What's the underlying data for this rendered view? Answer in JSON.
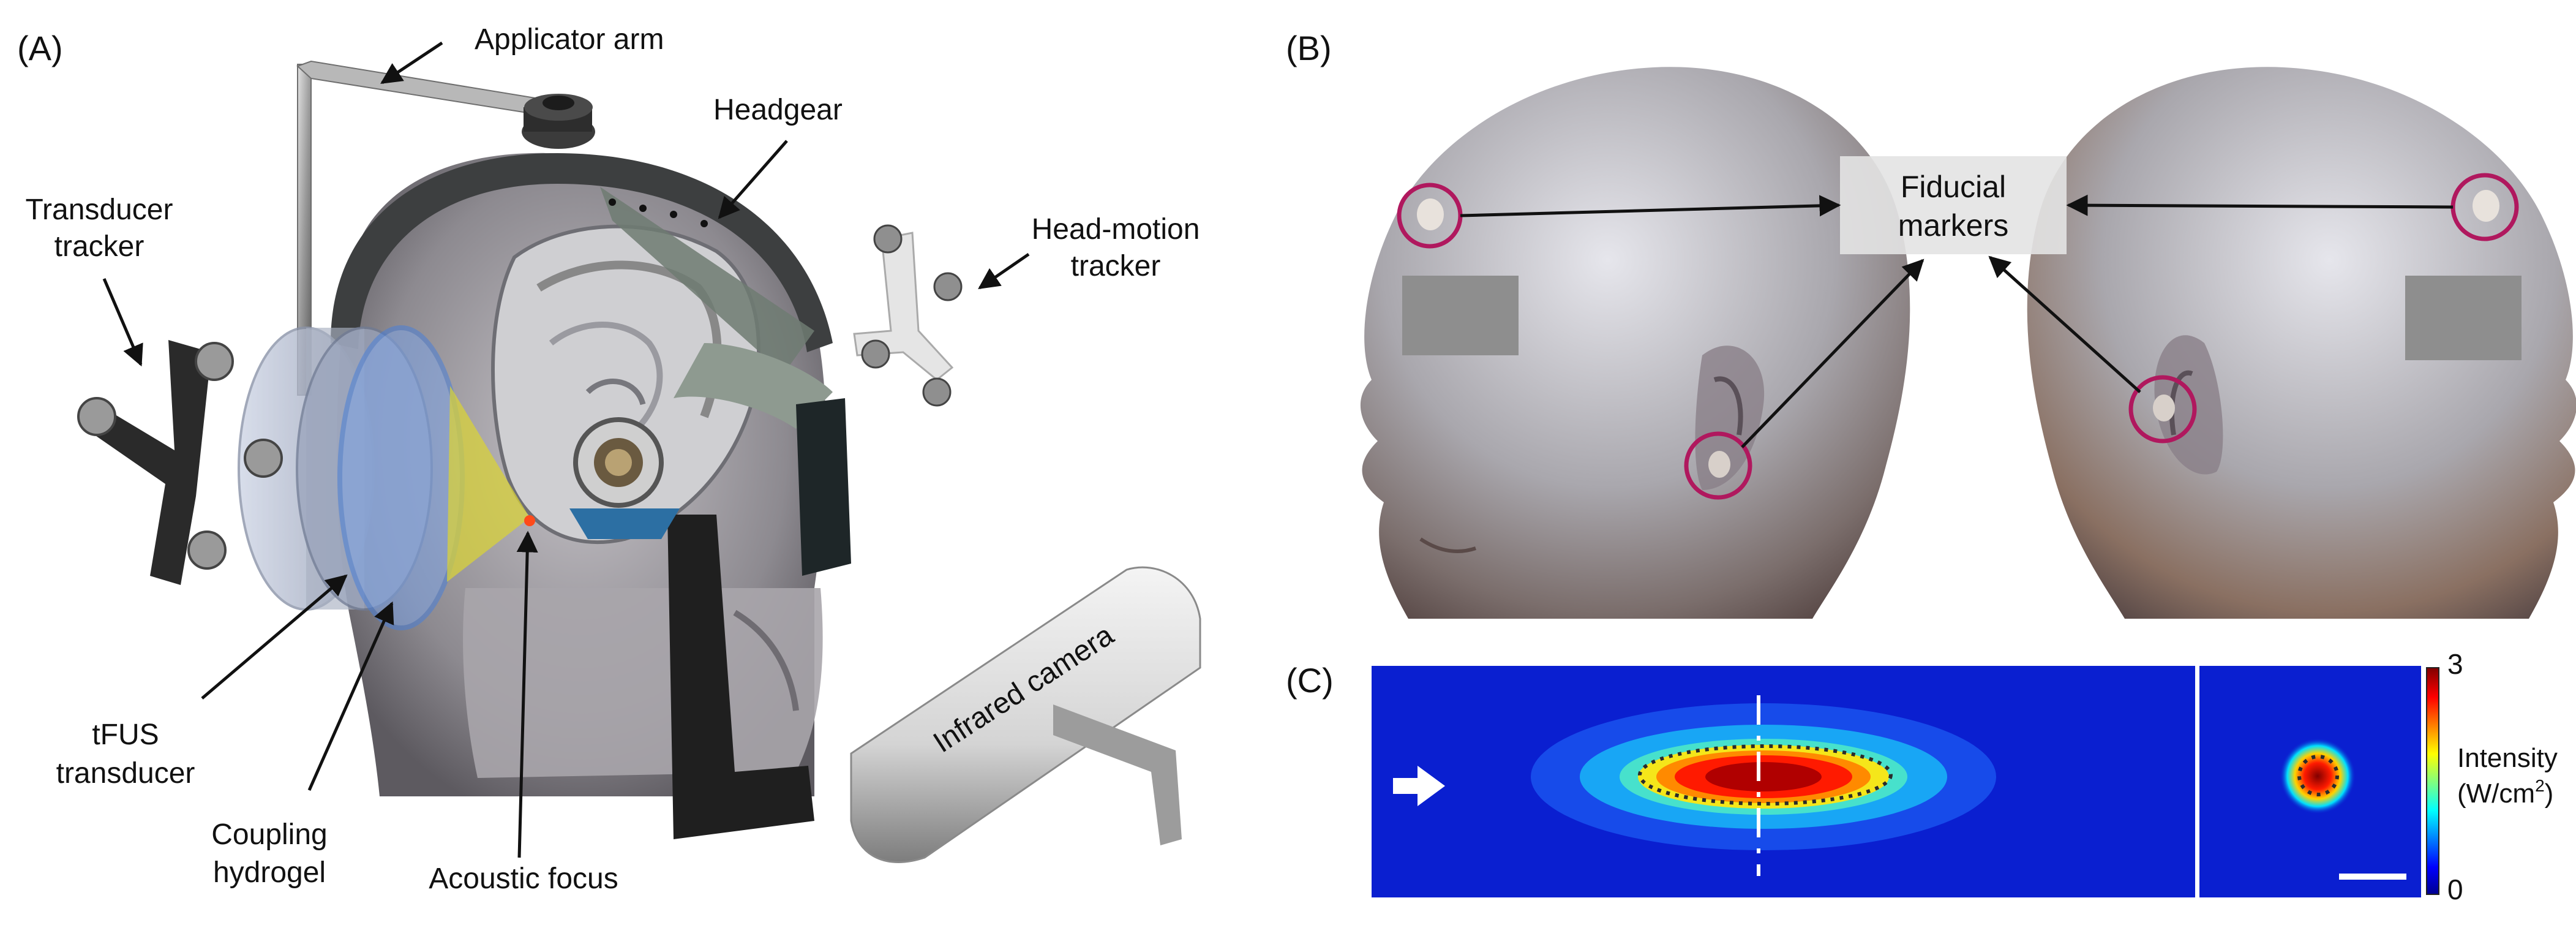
{
  "panels": {
    "a": {
      "label": "(A)",
      "applicator_arm": "Applicator arm",
      "headgear": "Headgear",
      "transducer_tracker_l1": "Transducer",
      "transducer_tracker_l2": "tracker",
      "head_motion_l1": "Head-motion",
      "head_motion_l2": "tracker",
      "tfus_l1": "tFUS",
      "tfus_l2": "transducer",
      "hydrogel_l1": "Coupling",
      "hydrogel_l2": "hydrogel",
      "acoustic_focus": "Acoustic focus",
      "camera": "Infrared camera"
    },
    "b": {
      "label": "(B)",
      "fiducial_l1": "Fiducial",
      "fiducial_l2": "markers"
    },
    "c": {
      "label": "(C)",
      "colorbar_max": "3",
      "colorbar_min": "0",
      "colorbar_title": "Intensity",
      "colorbar_unit_prefix": "(W/cm",
      "colorbar_unit_sup": "2",
      "colorbar_unit_suffix": ")"
    }
  },
  "colors": {
    "marker_circle": "#b0185e",
    "field_background": "#0a1fd0",
    "colormap": [
      "#00008f",
      "#0000ff",
      "#00ffff",
      "#ffff00",
      "#ff0000",
      "#800000"
    ]
  },
  "chart_data": {
    "type": "heatmap",
    "colorbar_range": [
      0,
      3
    ],
    "colorbar_title": "Intensity",
    "colorbar_unit": "(W/cm2)",
    "colorbar_ticks": [
      0,
      3
    ]
  }
}
